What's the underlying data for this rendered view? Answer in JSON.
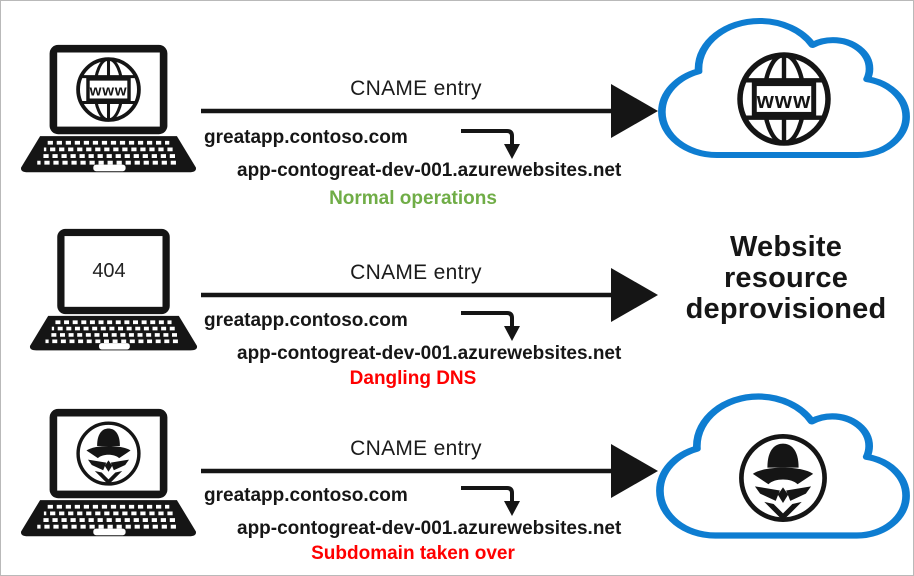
{
  "colors": {
    "cloud_stroke": "#0E7DD1",
    "status_green": "#70AD47",
    "status_red": "#FF0000",
    "ink": "#161616"
  },
  "icons": {
    "www_label": "www"
  },
  "rows": [
    {
      "cname_label": "CNAME entry",
      "domain": "greatapp.contoso.com",
      "target": "app-contogreat-dev-001.azurewebsites.net",
      "status": "Normal operations",
      "status_color": "#70AD47"
    },
    {
      "cname_label": "CNAME entry",
      "domain": "greatapp.contoso.com",
      "target": "app-contogreat-dev-001.azurewebsites.net",
      "status": "Dangling DNS",
      "status_color": "#FF0000",
      "screen_text": "404",
      "right_text_lines": [
        "Website",
        "resource",
        "deprovisioned"
      ]
    },
    {
      "cname_label": "CNAME entry",
      "domain": "greatapp.contoso.com",
      "target": "app-contogreat-dev-001.azurewebsites.net",
      "status": "Subdomain taken over",
      "status_color": "#FF0000"
    }
  ]
}
